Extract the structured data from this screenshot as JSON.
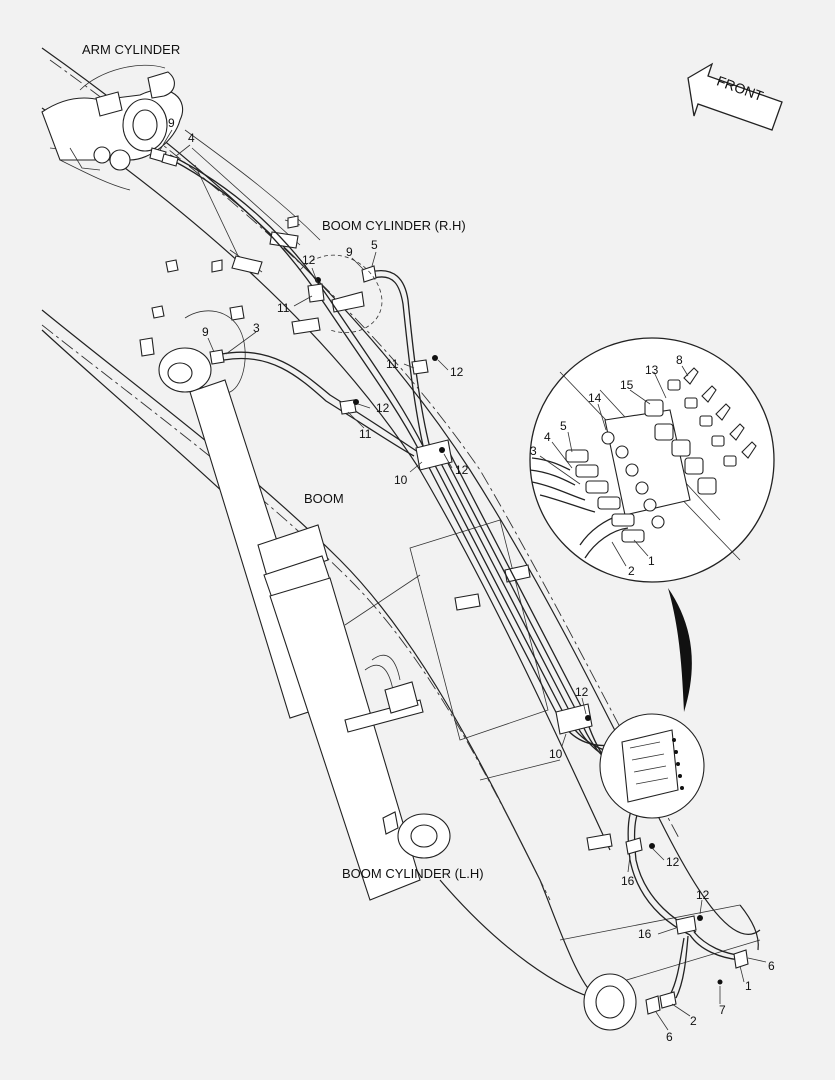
{
  "titles": {
    "arm_cylinder": "ARM CYLINDER",
    "boom_cylinder_rh": "BOOM CYLINDER (R.H)",
    "boom": "BOOM",
    "boom_cylinder_lh": "BOOM CYLINDER (L.H)",
    "front": "FRONT"
  },
  "callouts": [
    {
      "id": "c-9a",
      "text": "9"
    },
    {
      "id": "c-4a",
      "text": "4"
    },
    {
      "id": "c-12a",
      "text": "12"
    },
    {
      "id": "c-9b",
      "text": "9"
    },
    {
      "id": "c-5a",
      "text": "5"
    },
    {
      "id": "c-11a",
      "text": "11"
    },
    {
      "id": "c-9c",
      "text": "9"
    },
    {
      "id": "c-3a",
      "text": "3"
    },
    {
      "id": "c-11b",
      "text": "11"
    },
    {
      "id": "c-12b",
      "text": "12"
    },
    {
      "id": "c-12c",
      "text": "12"
    },
    {
      "id": "c-11c",
      "text": "11"
    },
    {
      "id": "c-10a",
      "text": "10"
    },
    {
      "id": "c-12d",
      "text": "12"
    },
    {
      "id": "c-12e",
      "text": "12"
    },
    {
      "id": "c-10b",
      "text": "10"
    },
    {
      "id": "c-12f",
      "text": "12"
    },
    {
      "id": "c-16a",
      "text": "16"
    },
    {
      "id": "c-12g",
      "text": "12"
    },
    {
      "id": "c-16b",
      "text": "16"
    },
    {
      "id": "c-6a",
      "text": "6"
    },
    {
      "id": "c-1a",
      "text": "1"
    },
    {
      "id": "c-7a",
      "text": "7"
    },
    {
      "id": "c-2a",
      "text": "2"
    },
    {
      "id": "c-6b",
      "text": "6"
    },
    {
      "id": "d-13",
      "text": "13"
    },
    {
      "id": "d-8",
      "text": "8"
    },
    {
      "id": "d-15",
      "text": "15"
    },
    {
      "id": "d-14",
      "text": "14"
    },
    {
      "id": "d-5",
      "text": "5"
    },
    {
      "id": "d-4",
      "text": "4"
    },
    {
      "id": "d-3",
      "text": "3"
    },
    {
      "id": "d-1",
      "text": "1"
    },
    {
      "id": "d-2",
      "text": "2"
    }
  ]
}
